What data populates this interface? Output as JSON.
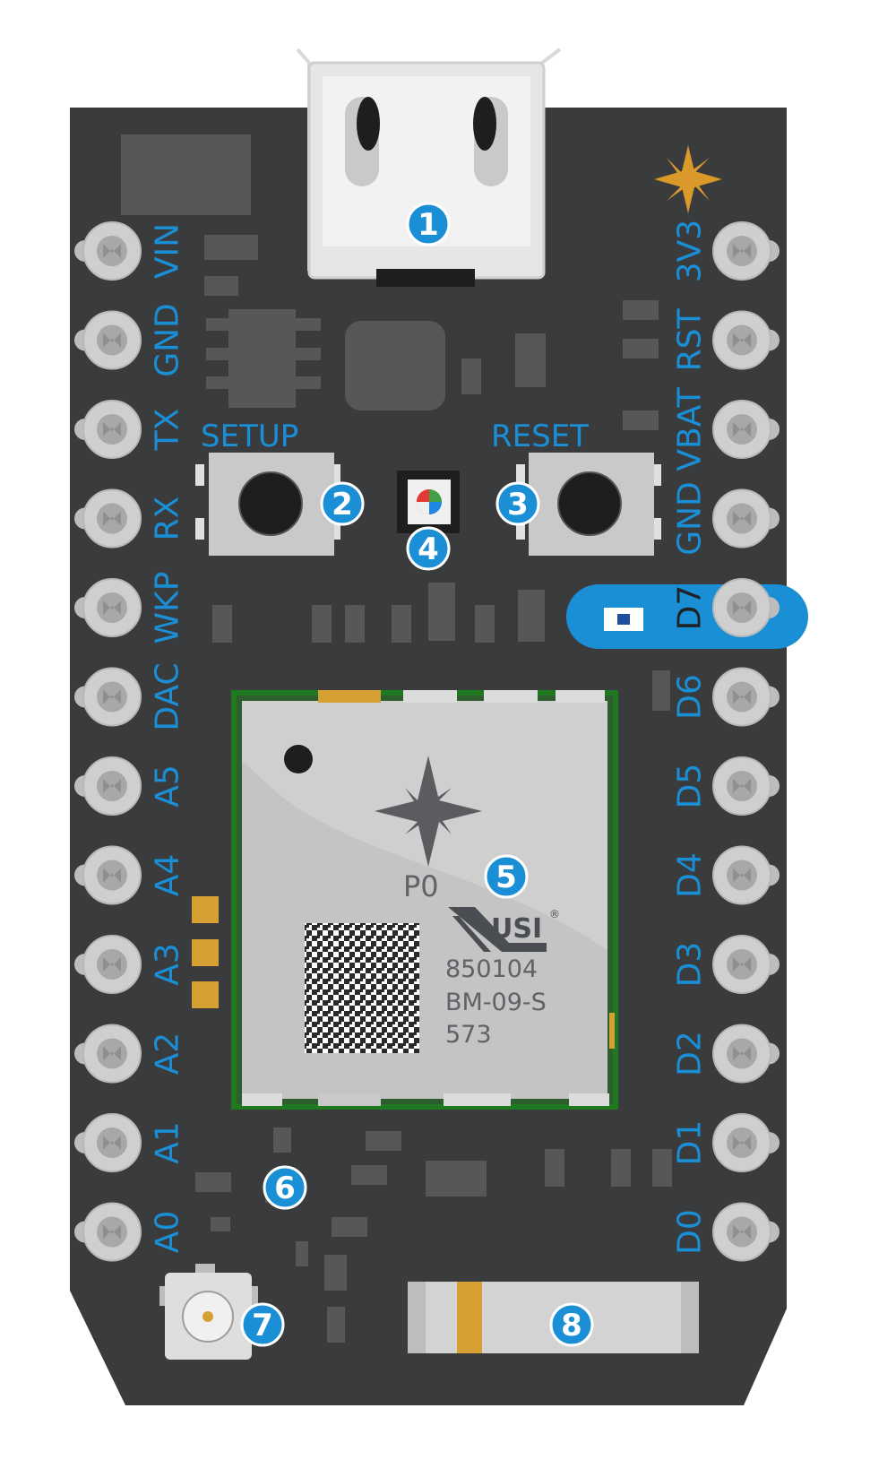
{
  "board": {
    "left_pins": [
      "VIN",
      "GND",
      "TX",
      "RX",
      "WKP",
      "DAC",
      "A5",
      "A4",
      "A3",
      "A2",
      "A1",
      "A0"
    ],
    "right_pins": [
      "3V3",
      "RST",
      "VBAT",
      "GND",
      "D7",
      "D6",
      "D5",
      "D4",
      "D3",
      "D2",
      "D1",
      "D0"
    ],
    "buttons": {
      "setup_label": "SETUP",
      "reset_label": "RESET"
    },
    "callouts": [
      "1",
      "2",
      "3",
      "4",
      "5",
      "6",
      "7",
      "8"
    ],
    "module": {
      "name": "P0",
      "brand": "USI",
      "registered": "®",
      "lines": [
        "850104",
        "BM-09-S",
        "573"
      ]
    },
    "colors": {
      "pcb": "#3a3b3d",
      "accent": "#1a8fd6",
      "module_border": "#1f7a1f",
      "gold": "#d6a033",
      "logo": "#d99a2b"
    },
    "icons": [
      "star-logo-icon",
      "compass-star-icon"
    ]
  }
}
